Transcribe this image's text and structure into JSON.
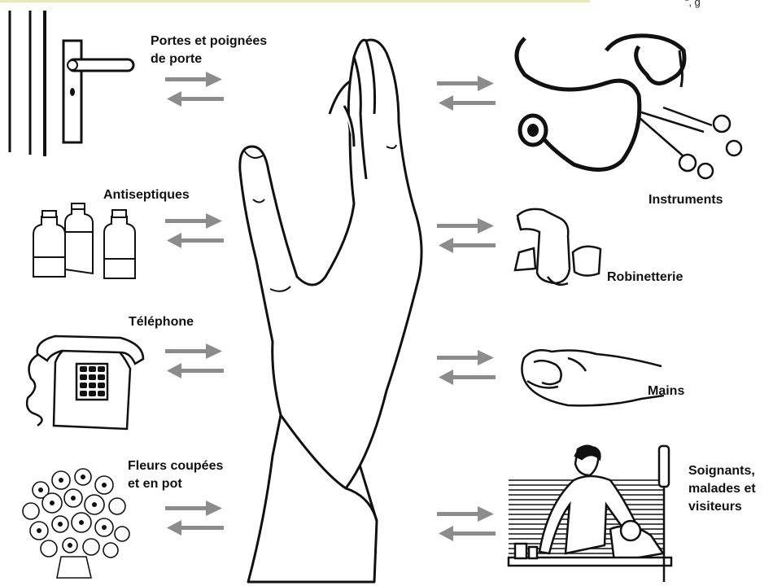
{
  "corner_fragment": "“, g",
  "left": {
    "doors": {
      "line1": "Portes et poignées",
      "line2": "de porte"
    },
    "antiseptics": {
      "label": "Antiseptiques"
    },
    "phone": {
      "label": "Téléphone"
    },
    "flowers": {
      "line1": "Fleurs coupées",
      "line2": "et en pot"
    }
  },
  "right": {
    "instruments": {
      "label": "Instruments"
    },
    "taps": {
      "label": "Robinetterie"
    },
    "hands": {
      "label": "Mains"
    },
    "people": {
      "line1": "Soignants,",
      "line2": "malades et",
      "line3": "visiteurs"
    }
  },
  "icons": {
    "center": "hand-icon",
    "door": "door-handle-icon",
    "bottles": "bottles-icon",
    "phone": "telephone-icon",
    "flowers": "flowers-icon",
    "instruments": "stethoscope-scissors-icon",
    "tap": "tap-icon",
    "hands": "handshake-icon",
    "people": "nurse-patient-icon"
  },
  "colors": {
    "arrow": "#8c8c8c",
    "ink": "#111111",
    "topline": "#e9e9b4"
  }
}
